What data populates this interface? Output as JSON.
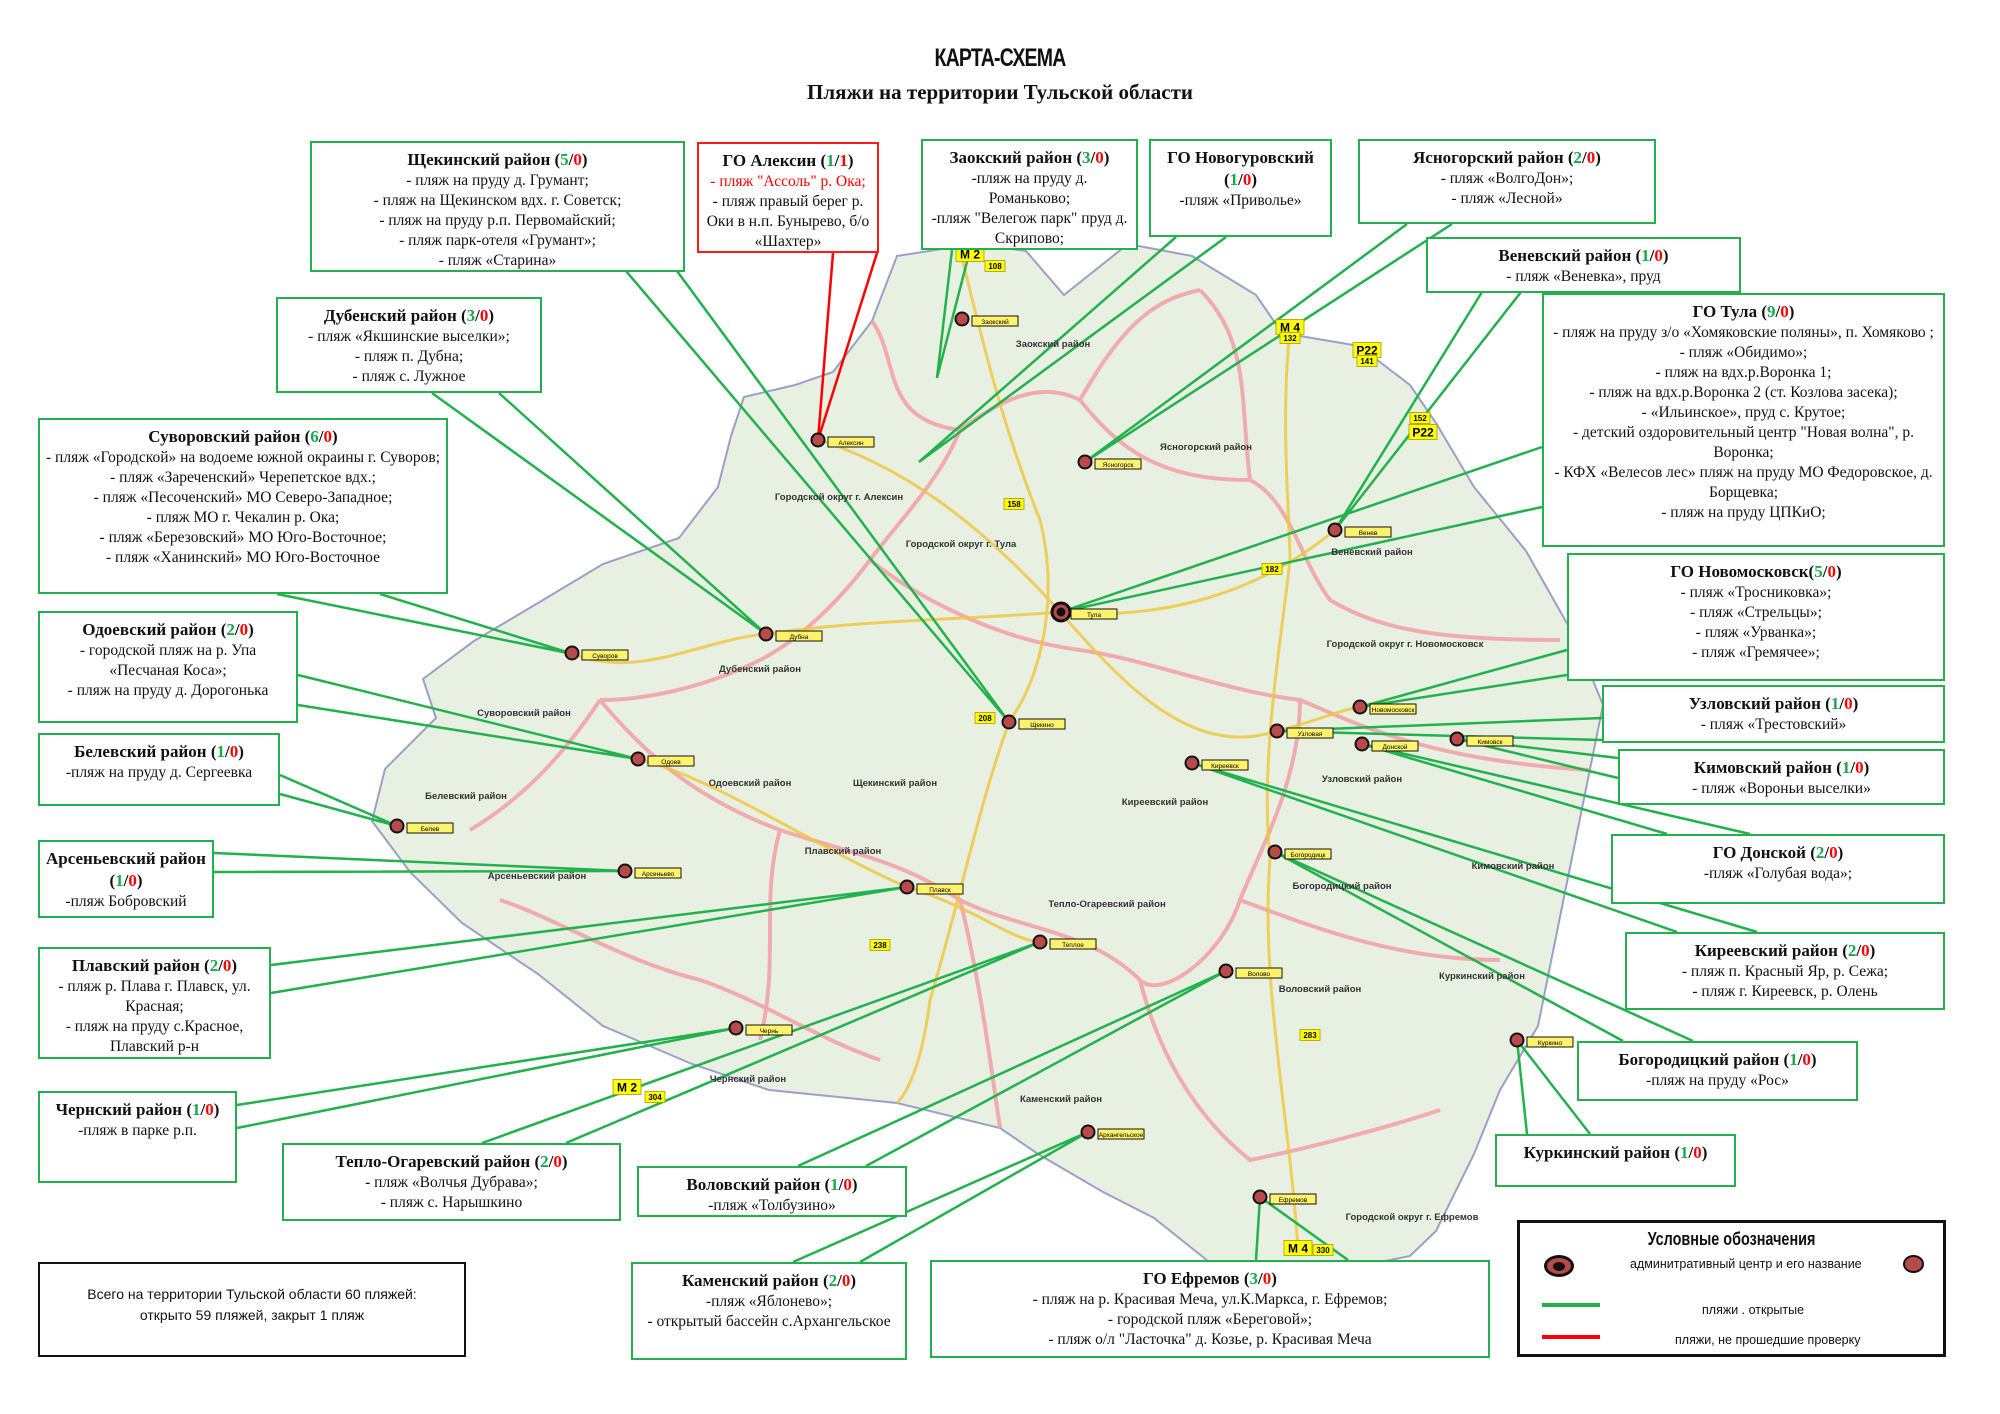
{
  "header": {
    "title": "КАРТА-СХЕМА",
    "subtitle": "Пляжи на территории Тульской области"
  },
  "colors": {
    "open": "#22b14c",
    "closed": "#ff0000",
    "marker": "#b84a4a",
    "road_shield": "#ffff00"
  },
  "districts": [
    {
      "name": "Щекинский район ",
      "open": 5,
      "closed": 0,
      "items": [
        "- пляж на пруду д. Грумант;",
        "- пляж на Щекинском вдх. г. Советск;",
        "- пляж на пруду р.п. Первомайский;",
        "- пляж парк-отеля «Грумант»;",
        "- пляж «Старина»"
      ]
    },
    {
      "name": "ГО Алексин ",
      "open": 1,
      "closed": 1,
      "closed_items": [
        "- пляж \"Ассоль\" р. Ока;"
      ],
      "items": [
        "- пляж правый берег р. Оки в н.п. Бунырево, б/о «Шахтер»"
      ]
    },
    {
      "name": "Заокский район ",
      "open": 3,
      "closed": 0,
      "items": [
        "-пляж на пруду д. Романьково;",
        "-пляж \"Велегож парк\" пруд  д. Скрипово;"
      ]
    },
    {
      "name": "ГО Новогуровский ",
      "open": 1,
      "closed": 0,
      "items": [
        "-пляж «Приволье»"
      ]
    },
    {
      "name": "Ясногорский район ",
      "open": 2,
      "closed": 0,
      "items": [
        "- пляж «ВолгоДон»;",
        "- пляж «Лесной»"
      ]
    },
    {
      "name": "Веневский район ",
      "open": 1,
      "closed": 0,
      "items": [
        "- пляж «Веневка», пруд"
      ]
    },
    {
      "name": "ГО Тула ",
      "open": 9,
      "closed": 0,
      "items": [
        "- пляж на пруду з/о «Хомяковские поляны», п. Хомяково ;",
        "- пляж «Обидимо»;",
        "- пляж на вдх.р.Воронка  1;",
        "- пляж на вдх.р.Воронка  2 (ст. Козлова засека);",
        "- «Ильинское», пруд с. Крутое;",
        "- детский оздоровительный центр \"Новая волна\", р. Воронка;",
        "- КФХ «Велесов лес» пляж на пруду МО Федоровское, д. Борщевка;",
        "- пляж на пруду ЦПКиО;"
      ]
    },
    {
      "name": "Дубенский район ",
      "open": 3,
      "closed": 0,
      "items": [
        "- пляж «Якшинские выселки»;",
        "- пляж п. Дубна;",
        "- пляж с. Лужное"
      ]
    },
    {
      "name": "Суворовский район ",
      "open": 6,
      "closed": 0,
      "items": [
        "- пляж «Городской» на водоеме южной окраины г. Суворов;",
        "- пляж «Зареченский» Черепетское вдх.;",
        "- пляж «Песоченский» МО Северо-Западное;",
        "- пляж МО г. Чекалин р. Ока;",
        "- пляж «Березовский» МО Юго-Восточное;",
        "- пляж «Ханинский» МО Юго-Восточное"
      ]
    },
    {
      "name": "Одоевский район ",
      "open": 2,
      "closed": 0,
      "items": [
        "- городской пляж на р. Упа «Песчаная Коса»;",
        "- пляж на пруду д. Дорогонька"
      ]
    },
    {
      "name": "Белевский район ",
      "open": 1,
      "closed": 0,
      "items": [
        "-пляж на пруду д. Сергеевка"
      ]
    },
    {
      "name": "Арсеньевский район ",
      "open": 1,
      "closed": 0,
      "items": [
        "-пляж Бобровский"
      ]
    },
    {
      "name": "Плавский район ",
      "open": 2,
      "closed": 0,
      "items": [
        "- пляж р. Плава г. Плавск, ул. Красная;",
        "-  пляж на пруду с.Красное, Плавский р-н"
      ]
    },
    {
      "name": "Чернский район ",
      "open": 1,
      "closed": 0,
      "items": [
        "-пляж в парке р.п."
      ]
    },
    {
      "name": "Тепло-Огаревский район ",
      "open": 2,
      "closed": 0,
      "items": [
        "- пляж «Волчья Дубрава»;",
        "-  пляж с. Нарышкино"
      ]
    },
    {
      "name": "Воловский район ",
      "open": 1,
      "closed": 0,
      "items": [
        "-пляж «Толбузино»"
      ]
    },
    {
      "name": "Каменский район ",
      "open": 2,
      "closed": 0,
      "items": [
        "-пляж «Яблонево»;",
        "- открытый бассейн с.Архангельское"
      ]
    },
    {
      "name": "ГО Ефремов ",
      "open": 3,
      "closed": 0,
      "items": [
        "- пляж на р. Красивая Меча, ул.К.Маркса,  г. Ефремов;",
        "- городской пляж «Береговой»;",
        "- пляж о/л \"Ласточка\" д. Козье, р. Красивая Меча"
      ]
    },
    {
      "name": "Куркинский район ",
      "open": 1,
      "closed": 0,
      "items": []
    },
    {
      "name": "Богородицкий район ",
      "open": 1,
      "closed": 0,
      "items": [
        "-пляж на пруду «Рос»"
      ]
    },
    {
      "name": "ГО Новомосковск",
      "open": 5,
      "closed": 0,
      "items": [
        "- пляж «Тросниковка»;",
        "- пляж «Стрельцы»;",
        "- пляж «Урванка»;",
        "- пляж «Гремячее»;"
      ]
    },
    {
      "name": "Узловский район ",
      "open": 1,
      "closed": 0,
      "items": [
        "- пляж «Трестовский»"
      ]
    },
    {
      "name": "Кимовский район ",
      "open": 1,
      "closed": 0,
      "items": [
        "- пляж «Вороньи выселки»"
      ]
    },
    {
      "name": "ГО Донской ",
      "open": 2,
      "closed": 0,
      "items": [
        "-пляж «Голубая вода»;"
      ]
    },
    {
      "name": "Киреевский район ",
      "open": 2,
      "closed": 0,
      "items": [
        "- пляж п. Красный  Яр, р. Сежа;",
        "- пляж г. Киреевск, р. Олень"
      ]
    }
  ],
  "total": {
    "line1": "Всего на территории Тульской области 60 пляжей:",
    "line2": "открыто 59 пляжей, закрыт 1 пляж"
  },
  "legend": {
    "title": "Условные обозначения",
    "admin_center": "админитративный центр и его название",
    "open": "пляжи . открытые",
    "closed": "пляжи, не прошедшие проверку"
  },
  "map": {
    "cities": [
      "Алексин",
      "Заокский",
      "Ясногорск",
      "Венев",
      "Тула",
      "Дубна",
      "Суворов",
      "Одоев",
      "Белев",
      "Щекино",
      "Киреевск",
      "Узловая",
      "Новомосковск",
      "Донской",
      "Кимовск",
      "Плавск",
      "Арсеньево",
      "Теплое",
      "Богородицк",
      "Волово",
      "Чернь",
      "Архангельское",
      "Ефремов",
      "Куркино"
    ],
    "district_labels": [
      "Заокский район",
      "Ясногорский район",
      "Городской округ г. Алексин",
      "Городской округ г. Тула",
      "Дубенский район",
      "Веневский район",
      "Городской округ г. Новомосковск",
      "Суворовский район",
      "Белевский район",
      "Одоевский район",
      "Щекинский район",
      "Плавский район",
      "Арсеньевский район",
      "Киреевский район",
      "Узловский район",
      "Кимовский район",
      "Тепло-Огаревский район",
      "Богородицкий район",
      "Воловский район",
      "Куркинский район",
      "Чернский район",
      "Каменский район",
      "Городской округ г. Ефремов"
    ],
    "roads": [
      "M 2",
      "108",
      "M 4",
      "132",
      "P22",
      "141",
      "152",
      "P22",
      "158",
      "182",
      "208",
      "238",
      "283",
      "M 2",
      "304",
      "M 4",
      "330"
    ]
  }
}
